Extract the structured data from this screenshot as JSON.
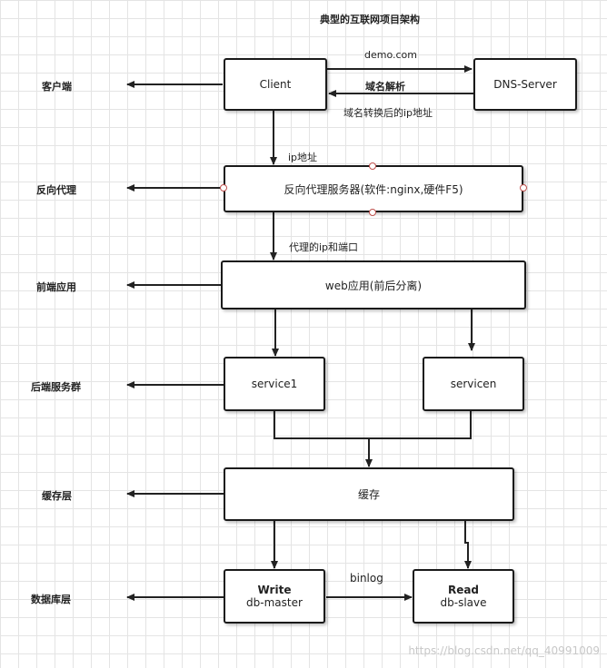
{
  "title": "典型的互联网项目架构",
  "layers": {
    "client": "客户端",
    "proxy": "反向代理",
    "frontend": "前端应用",
    "backend": "后端服务群",
    "cache": "缓存层",
    "database": "数据库层"
  },
  "boxes": {
    "client": "Client",
    "dns": "DNS-Server",
    "proxy": "反向代理服务器(软件:nginx,硬件F5)",
    "web": "web应用(前后分离)",
    "service1": "service1",
    "servicen": "servicen",
    "cache": "缓存",
    "write_title": "Write",
    "write_sub": "db-master",
    "read_title": "Read",
    "read_sub": "db-slave"
  },
  "edge_labels": {
    "demo": "demo.com",
    "dns_resolve": "域名解析",
    "dns_convert": "域名转换后的ip地址",
    "ip": "ip地址",
    "proxy_ip_port": "代理的ip和端口",
    "binlog": "binlog"
  },
  "watermark": "https://blog.csdn.net/qq_40991009"
}
